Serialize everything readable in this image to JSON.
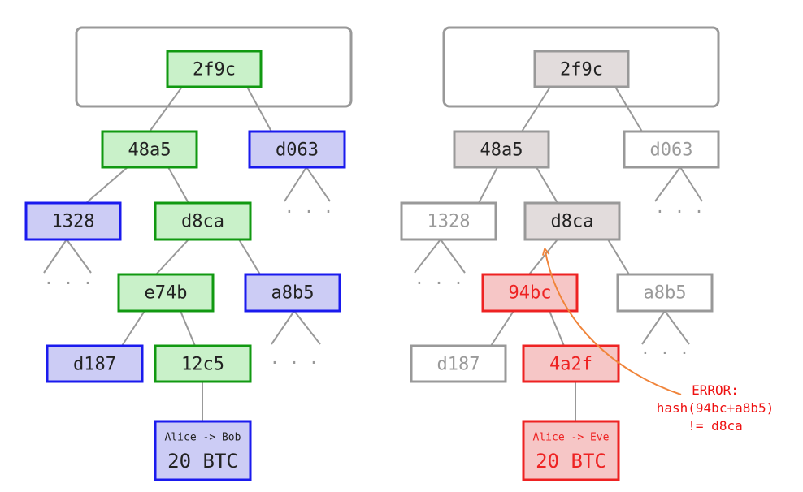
{
  "colors": {
    "green_fill": "#c9f1c9",
    "green_stroke": "#119911",
    "blue_fill": "#ccccf5",
    "blue_stroke": "#1a1aee",
    "gray_fill": "#e2dcdc",
    "gray_stroke": "#999999",
    "red_fill": "#f6c6c6",
    "red_stroke": "#ee2222",
    "faded_text": "#9a9a9a",
    "edge": "#999999",
    "arrow": "#f0843a",
    "error": "#ee1111"
  },
  "left_tree": {
    "root": "2f9c",
    "l1_left": "48a5",
    "l1_right": "d063",
    "l2_left": "1328",
    "l2_right": "d8ca",
    "l3_left": "e74b",
    "l3_right": "a8b5",
    "l4_left": "d187",
    "l4_right": "12c5",
    "leaf_line1": "Alice -> Bob",
    "leaf_line2": "20 BTC",
    "ellipsis": ". . ."
  },
  "right_tree": {
    "root": "2f9c",
    "l1_left": "48a5",
    "l1_right": "d063",
    "l2_left": "1328",
    "l2_right": "d8ca",
    "l3_left": "94bc",
    "l3_right": "a8b5",
    "l4_left": "d187",
    "l4_right": "4a2f",
    "leaf_line1": "Alice -> Eve",
    "leaf_line2": "20 BTC",
    "ellipsis": ". . ."
  },
  "error_note": {
    "line1": "ERROR:",
    "line2": "hash(94bc+a8b5)",
    "line3": "!= d8ca"
  }
}
